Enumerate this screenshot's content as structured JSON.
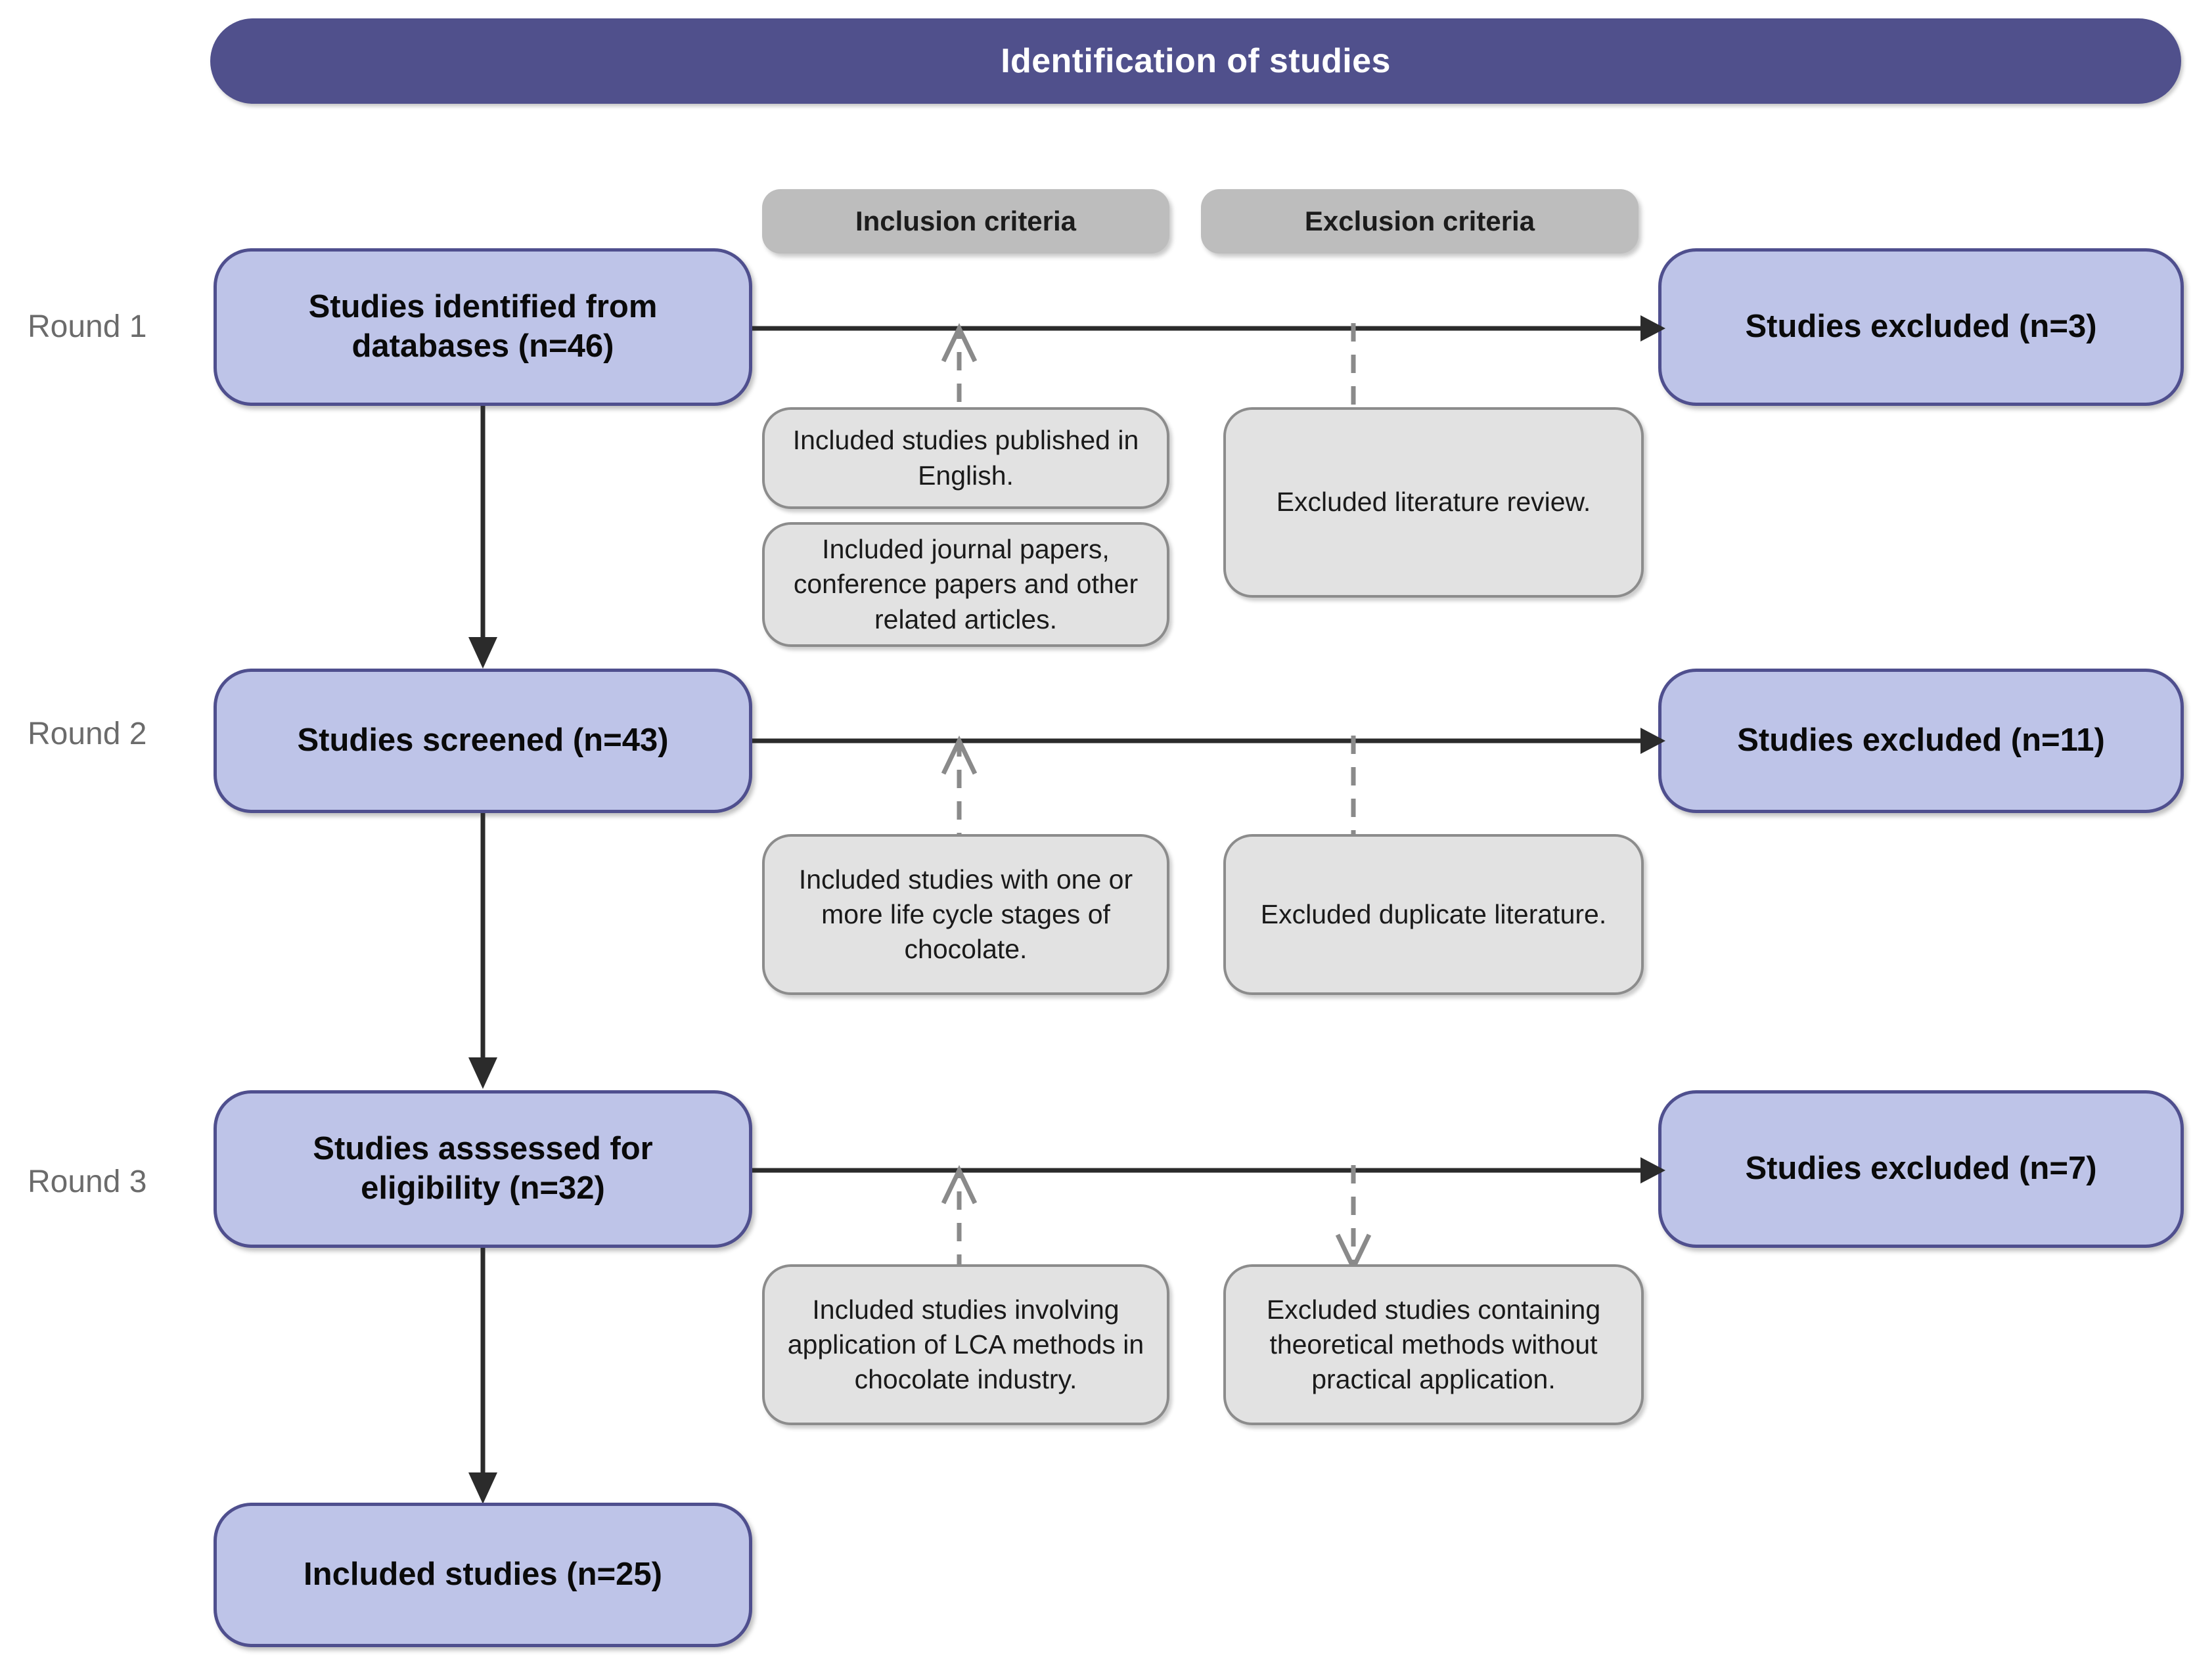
{
  "header": {
    "title": "Identification of studies",
    "color": "#50508c"
  },
  "colors": {
    "node_fill": "#bec4e8",
    "node_border": "#4f4f8e",
    "criteria_header_fill": "#bdbdbd",
    "criteria_box_fill": "#e2e2e2",
    "criteria_box_border": "#8c8c8c",
    "round_label": "#6b6b6b",
    "solid_arrow": "#2b2b2b",
    "dashed_arrow": "#8a8a8a"
  },
  "criteria_headers": {
    "inclusion": "Inclusion criteria",
    "exclusion": "Exclusion criteria"
  },
  "rounds": [
    {
      "label": "Round 1",
      "main_line1": "Studies identified from",
      "main_line2": "databases (n=46)",
      "excluded": "Studies excluded (n=3)",
      "inclusion_boxes": [
        "Included studies published in English.",
        "Included journal papers, conference papers and other related articles."
      ],
      "exclusion_boxes": [
        "Excluded literature review."
      ]
    },
    {
      "label": "Round 2",
      "main_line1": "Studies screened (n=43)",
      "main_line2": "",
      "excluded": "Studies excluded (n=11)",
      "inclusion_boxes": [
        "Included studies with one or more life cycle stages of chocolate."
      ],
      "exclusion_boxes": [
        "Excluded duplicate literature."
      ]
    },
    {
      "label": "Round 3",
      "main_line1": "Studies asssessed for",
      "main_line2": "eligibility (n=32)",
      "excluded": "Studies excluded (n=7)",
      "inclusion_boxes": [
        "Included studies involving application of LCA methods in chocolate industry."
      ],
      "exclusion_boxes": [
        "Excluded studies containing theoretical  methods without practical  application."
      ]
    }
  ],
  "final": {
    "label": "Included studies (n=25)"
  }
}
